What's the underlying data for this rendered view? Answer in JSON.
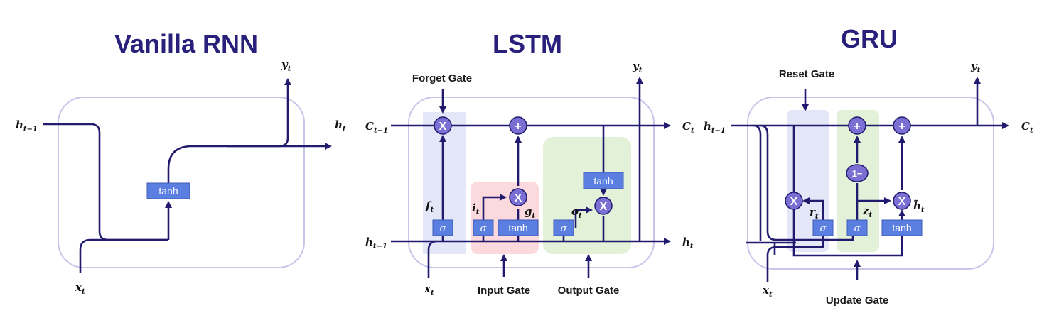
{
  "titles": {
    "rnn": "Vanilla RNN",
    "lstm": "LSTM",
    "gru": "GRU"
  },
  "rnn": {
    "h_prev": "h",
    "h_prev_sub": "t−1",
    "h_out": "h",
    "h_out_sub": "t",
    "y": "y",
    "y_sub": "t",
    "x": "x",
    "x_sub": "t",
    "tanh": "tanh"
  },
  "lstm": {
    "forget_gate": "Forget Gate",
    "input_gate": "Input Gate",
    "output_gate": "Output Gate",
    "c_prev": "C",
    "c_prev_sub": "t−1",
    "c_out": "C",
    "c_out_sub": "t",
    "h_prev": "h",
    "h_prev_sub": "t−1",
    "h_out": "h",
    "h_out_sub": "t",
    "y": "y",
    "y_sub": "t",
    "x": "x",
    "x_sub": "t",
    "f": "f",
    "f_sub": "t",
    "i": "i",
    "i_sub": "t",
    "g": "g",
    "g_sub": "t",
    "o": "o",
    "o_sub": "t",
    "sigma": "σ",
    "tanh": "tanh",
    "mul": "X",
    "add": "+"
  },
  "gru": {
    "reset_gate": "Reset Gate",
    "update_gate": "Update Gate",
    "h_prev": "h",
    "h_prev_sub": "t−1",
    "c_out": "C",
    "c_out_sub": "t",
    "y": "y",
    "y_sub": "t",
    "x": "x",
    "x_sub": "t",
    "r": "r",
    "r_sub": "t",
    "z": "z",
    "z_sub": "t",
    "h_tilde": "h̃",
    "h_tilde_sub": "t",
    "one_minus": "1−",
    "sigma": "σ",
    "tanh": "tanh",
    "mul": "X",
    "add": "+"
  },
  "colors": {
    "line": "#221a6e",
    "title": "#28207a",
    "box": "#5b7fe0",
    "op": "#7b6fd3",
    "cell_border": "#c9c5ea",
    "forget_bg": "#e3e7f8",
    "input_bg": "#fbd9dc",
    "output_bg": "#e2f1d7",
    "reset_bg": "#e3e7f8",
    "update_bg": "#e2f1d7"
  }
}
